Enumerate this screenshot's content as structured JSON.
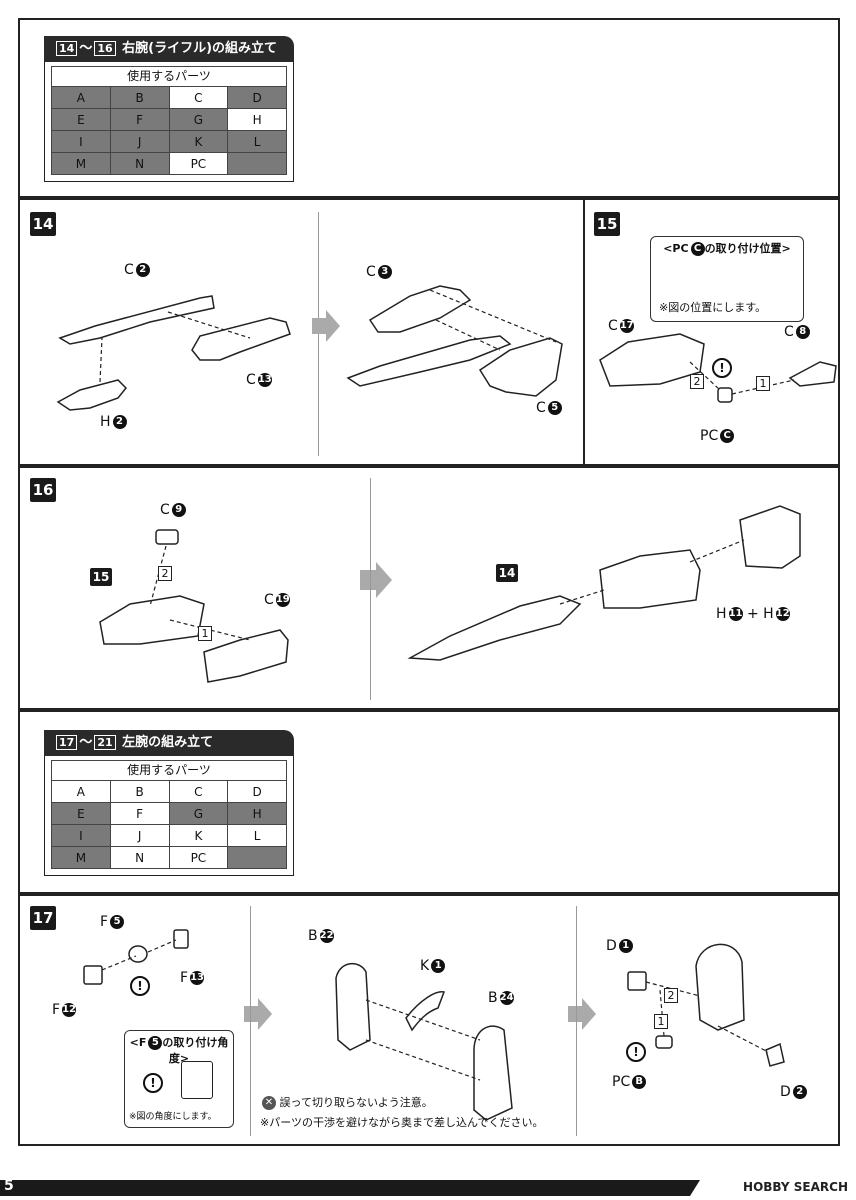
{
  "header1": {
    "title_prefix_a": "14",
    "title_sep": "～",
    "title_prefix_b": "16",
    "title": "右腕(ライフル)の組み立て",
    "parts_caption": "使用するパーツ",
    "rows": [
      [
        {
          "t": "A",
          "d": true
        },
        {
          "t": "B",
          "d": true
        },
        {
          "t": "C",
          "d": false
        },
        {
          "t": "D",
          "d": true
        }
      ],
      [
        {
          "t": "E",
          "d": true
        },
        {
          "t": "F",
          "d": true
        },
        {
          "t": "G",
          "d": true
        },
        {
          "t": "H",
          "d": false
        }
      ],
      [
        {
          "t": "I",
          "d": true
        },
        {
          "t": "J",
          "d": true
        },
        {
          "t": "K",
          "d": true
        },
        {
          "t": "L",
          "d": true
        }
      ],
      [
        {
          "t": "M",
          "d": true
        },
        {
          "t": "N",
          "d": true
        },
        {
          "t": "PC",
          "d": false
        },
        {
          "t": "",
          "d": true
        }
      ]
    ]
  },
  "step14": {
    "num": "14",
    "labels": {
      "c2": "C",
      "c2n": "2",
      "c13": "C",
      "c13n": "13",
      "h2": "H",
      "h2n": "2",
      "c3": "C",
      "c3n": "3",
      "c5": "C",
      "c5n": "5"
    }
  },
  "step15": {
    "num": "15",
    "inset_title_a": "<PC",
    "inset_title_c": "C",
    "inset_title_b": "の取り付け位置>",
    "inset_note": "※図の位置にします。",
    "labels": {
      "c17": "C",
      "c17n": "17",
      "c8": "C",
      "c8n": "8",
      "pc": "PC",
      "pcn": "C",
      "s1": "1",
      "s2": "2"
    }
  },
  "step16": {
    "num": "16",
    "labels": {
      "c9": "C",
      "c9n": "9",
      "c19": "C",
      "c19n": "19",
      "ref15": "15",
      "ref14": "14",
      "h11": "H",
      "h11n": "11",
      "plus": "+",
      "h12": "H",
      "h12n": "12",
      "s1": "1",
      "s2": "2"
    }
  },
  "header2": {
    "title_prefix_a": "17",
    "title_sep": "～",
    "title_prefix_b": "21",
    "title": "左腕の組み立て",
    "parts_caption": "使用するパーツ",
    "rows": [
      [
        {
          "t": "A",
          "d": false
        },
        {
          "t": "B",
          "d": false
        },
        {
          "t": "C",
          "d": false
        },
        {
          "t": "D",
          "d": false
        }
      ],
      [
        {
          "t": "E",
          "d": true
        },
        {
          "t": "F",
          "d": false
        },
        {
          "t": "G",
          "d": true
        },
        {
          "t": "H",
          "d": true
        }
      ],
      [
        {
          "t": "I",
          "d": true
        },
        {
          "t": "J",
          "d": false
        },
        {
          "t": "K",
          "d": false
        },
        {
          "t": "L",
          "d": false
        }
      ],
      [
        {
          "t": "M",
          "d": true
        },
        {
          "t": "N",
          "d": false
        },
        {
          "t": "PC",
          "d": false
        },
        {
          "t": "",
          "d": true
        }
      ]
    ]
  },
  "step17": {
    "num": "17",
    "labels": {
      "f5": "F",
      "f5n": "5",
      "f13": "F",
      "f13n": "13",
      "f12": "F",
      "f12n": "12",
      "b22": "B",
      "b22n": "22",
      "k1": "K",
      "k1n": "1",
      "b24": "B",
      "b24n": "24",
      "d1": "D",
      "d1n": "1",
      "d2": "D",
      "d2n": "2",
      "pcb": "PC",
      "pcbn": "B",
      "s1": "1",
      "s2": "2"
    },
    "inset_title_a": "<F",
    "inset_title_n": "5",
    "inset_title_b": "の取り付け角度>",
    "inset_note": "※図の角度にします。",
    "note1": "誤って切り取らないよう注意。",
    "note2": "※パーツの干渉を避けながら奥まで差し込んでください。"
  },
  "footer": {
    "page": "5",
    "brand": "HOBBY SEARCH"
  }
}
